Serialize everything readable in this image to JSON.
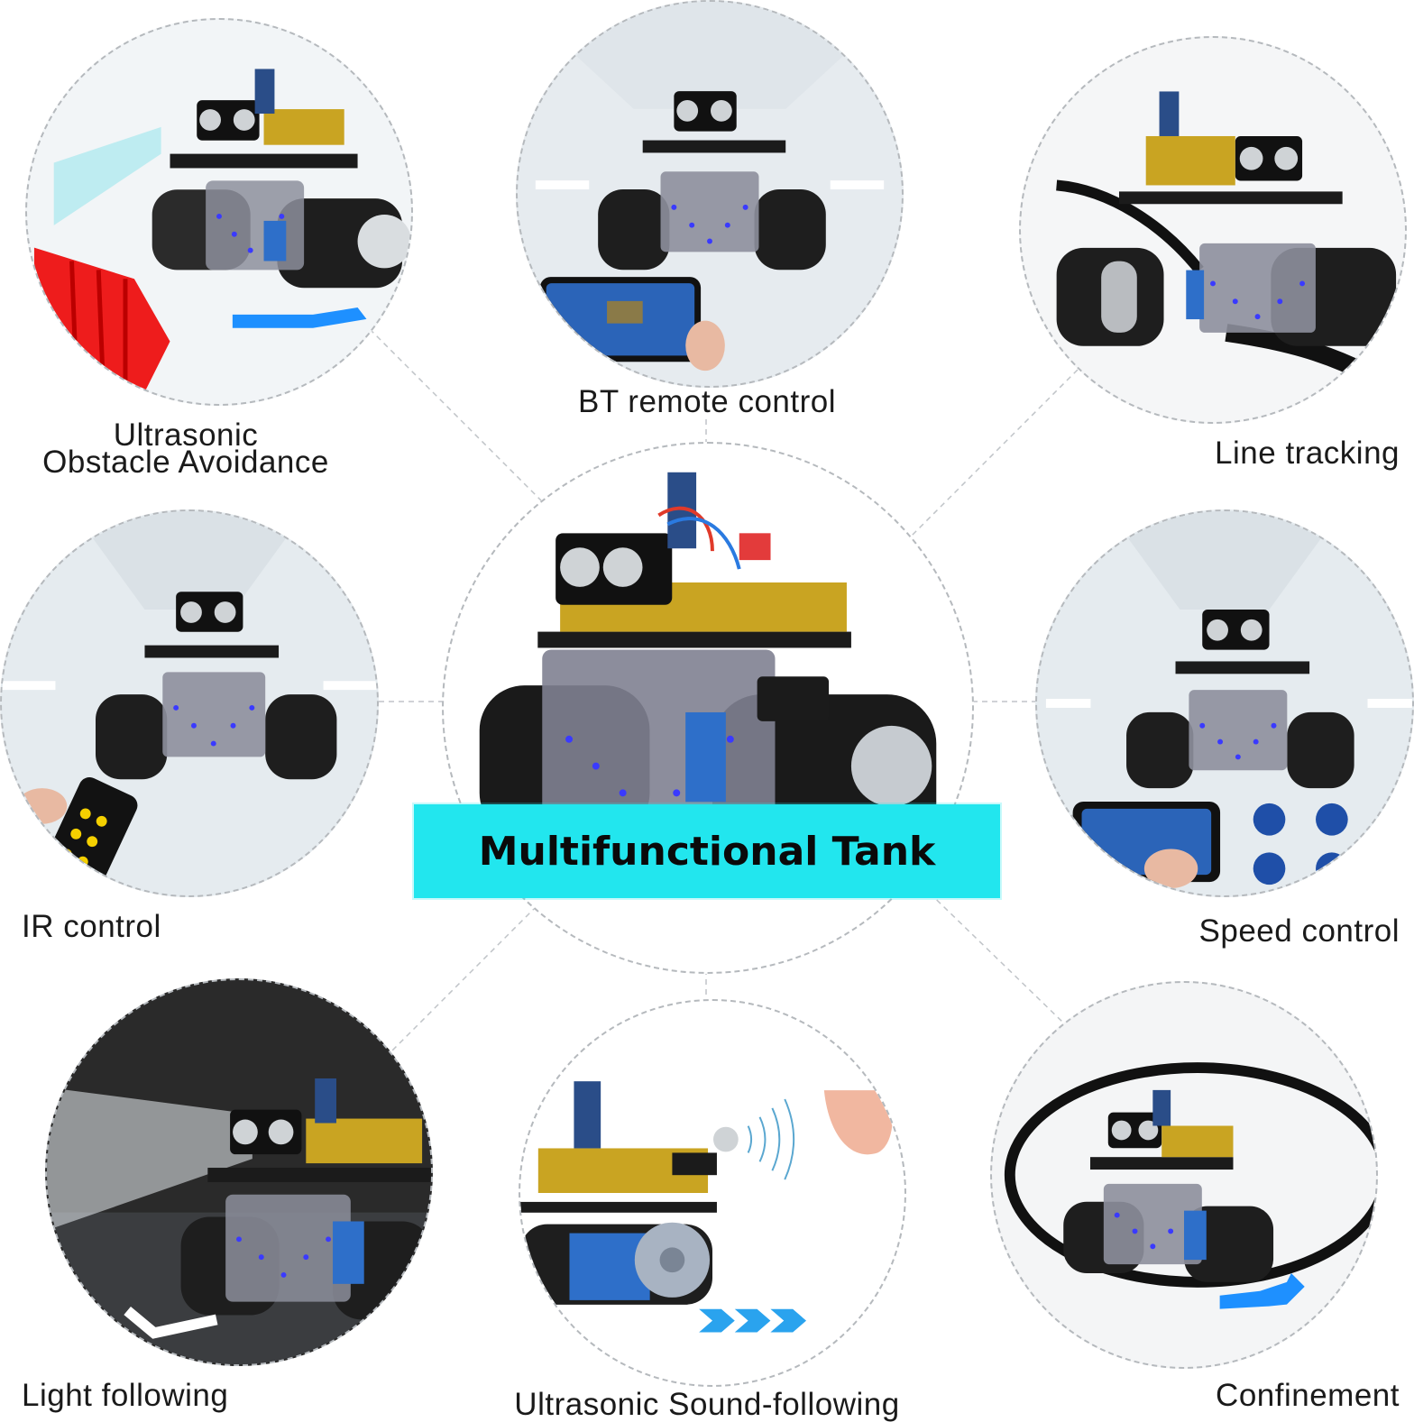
{
  "title": "Multifunctional Tank",
  "features": [
    {
      "id": "ultrasonic-obstacle",
      "label_lines": [
        "Ultrasonic",
        "Obstacle Avoidance"
      ]
    },
    {
      "id": "bt-remote",
      "label_lines": [
        "BT remote control"
      ]
    },
    {
      "id": "line-tracking",
      "label_lines": [
        "Line tracking"
      ]
    },
    {
      "id": "ir-control",
      "label_lines": [
        "IR control"
      ]
    },
    {
      "id": "speed-control",
      "label_lines": [
        "Speed control"
      ]
    },
    {
      "id": "light-following",
      "label_lines": [
        "Light following"
      ]
    },
    {
      "id": "sound-following",
      "label_lines": [
        "Ultrasonic Sound-following"
      ]
    },
    {
      "id": "confinement",
      "label_lines": [
        "Confinement"
      ]
    }
  ],
  "colors": {
    "banner": "#22e6ee",
    "led": "#3a3aff",
    "obstacle": "#ee1c1c",
    "arrow": "#1e90ff",
    "track": "#111111"
  },
  "icons": [
    "tank-robot-icon",
    "obstacle-icon",
    "arrow-icon",
    "phone-icon",
    "remote-icon",
    "hand-icon",
    "sound-wave-icon",
    "black-line-icon",
    "light-beam-icon"
  ]
}
